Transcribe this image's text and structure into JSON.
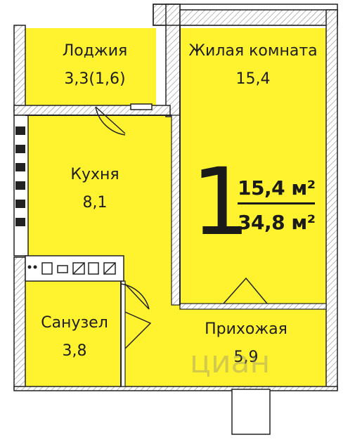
{
  "rooms": {
    "loggia": {
      "name": "Лоджия",
      "area": "3,3(1,6)"
    },
    "living": {
      "name": "Жилая комната",
      "area": "15,4"
    },
    "kitchen": {
      "name": "Кухня",
      "area": "8,1"
    },
    "bathroom": {
      "name": "Санузел",
      "area": "3,8"
    },
    "hallway": {
      "name": "Прихожая",
      "area": "5,9"
    }
  },
  "summary": {
    "rooms_count": "1",
    "living_area": "15,4 м²",
    "total_area": "34,8 м²"
  },
  "watermark": "циан",
  "colors": {
    "room_fill": "#fff22e",
    "wall": "#222222",
    "wall_hatch": "#9a9a9a"
  }
}
